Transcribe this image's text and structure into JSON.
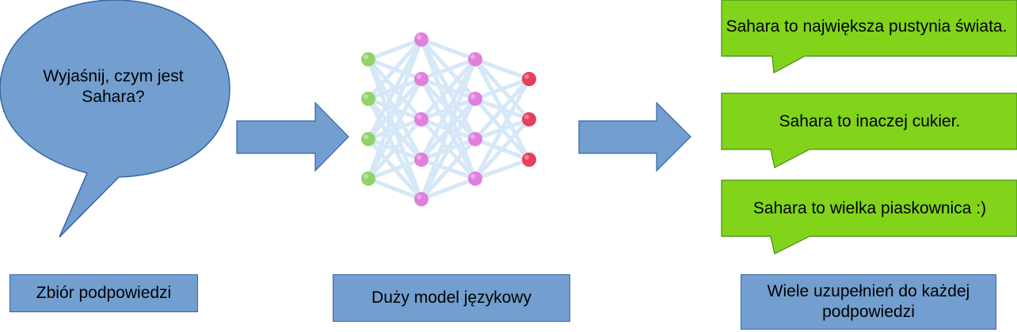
{
  "prompt_bubble": {
    "text": "Wyjaśnij, czym jest Sahara?"
  },
  "completions": [
    {
      "text": "Sahara to największa pustynia świata."
    },
    {
      "text": "Sahara to inaczej cukier."
    },
    {
      "text": "Sahara to wielka piaskownica :)"
    }
  ],
  "labels": {
    "prompts": "Zbiór podpowiedzi",
    "model": "Duży model  językowy",
    "completions": "Wiele uzupełnień do każdej podpowiedzi"
  },
  "colors": {
    "bubble_fill": "#729fcf",
    "bubble_stroke": "#3465a4",
    "completion_fill": "#81d41a",
    "completion_stroke": "#468a1a",
    "input_node": "#8fd46a",
    "hidden_node": "#e27fdc",
    "output_node": "#e8405a",
    "edge": "#d6e8f8"
  }
}
